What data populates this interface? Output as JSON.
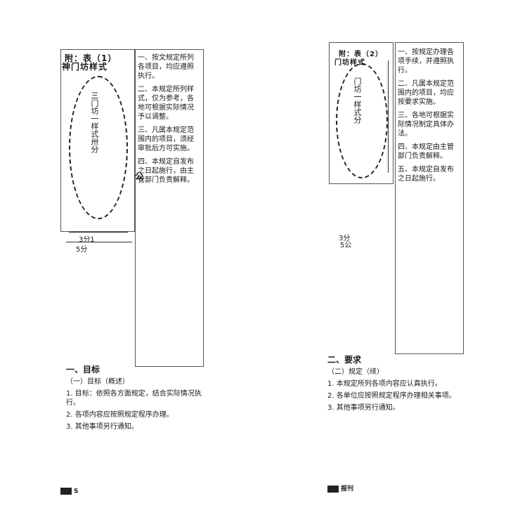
{
  "left_page": {
    "figure_heading_1": "附：表（1）",
    "figure_heading_2": "神门坊样式",
    "figure_vertical_text": "三门坊一样式卅分",
    "dim_label_1": "3分1",
    "dim_label_2": "5分",
    "side_label": "公",
    "column_paragraphs": [
      "一、按文规定所列各项目，均应遵照执行。",
      "二、本规定所列样式，仅为参考，各地可根据实际情况予以调整。",
      "三、凡属本规定范围内的项目，须经审批后方可实施。",
      "四、本规定自发布之日起施行，由主管部门负责解释。"
    ],
    "section_title": "一、目标",
    "section_paragraphs": [
      "（一）目标（概述）",
      "1. 目标：依照各方面规定，结合实际情况执行。",
      "2. 各项内容应按照规定程序办理。",
      "3. 其他事项另行通知。"
    ],
    "logo_text": "S"
  },
  "right_page": {
    "figure_heading_1": "附：表（2）",
    "figure_heading_2": "门坊样式",
    "figure_vertical_text": "门坊一样式分",
    "dim_label_1": "3分",
    "dim_label_2": "5公",
    "column_paragraphs": [
      "一、按规定办理各项手续，并遵照执行。",
      "二、凡属本规定范围内的项目，均应按要求实施。",
      "三、各地可根据实际情况制定具体办法。",
      "四、本规定由主管部门负责解释。",
      "五、本规定自发布之日起施行。"
    ],
    "section_title": "二、要求",
    "section_paragraphs": [
      "（二）规定（续）",
      "1. 本规定所列各项内容应认真执行。",
      "2. 各单位应按照规定程序办理相关事项。",
      "3. 其他事项另行通知。"
    ],
    "logo_text": "报刊"
  }
}
